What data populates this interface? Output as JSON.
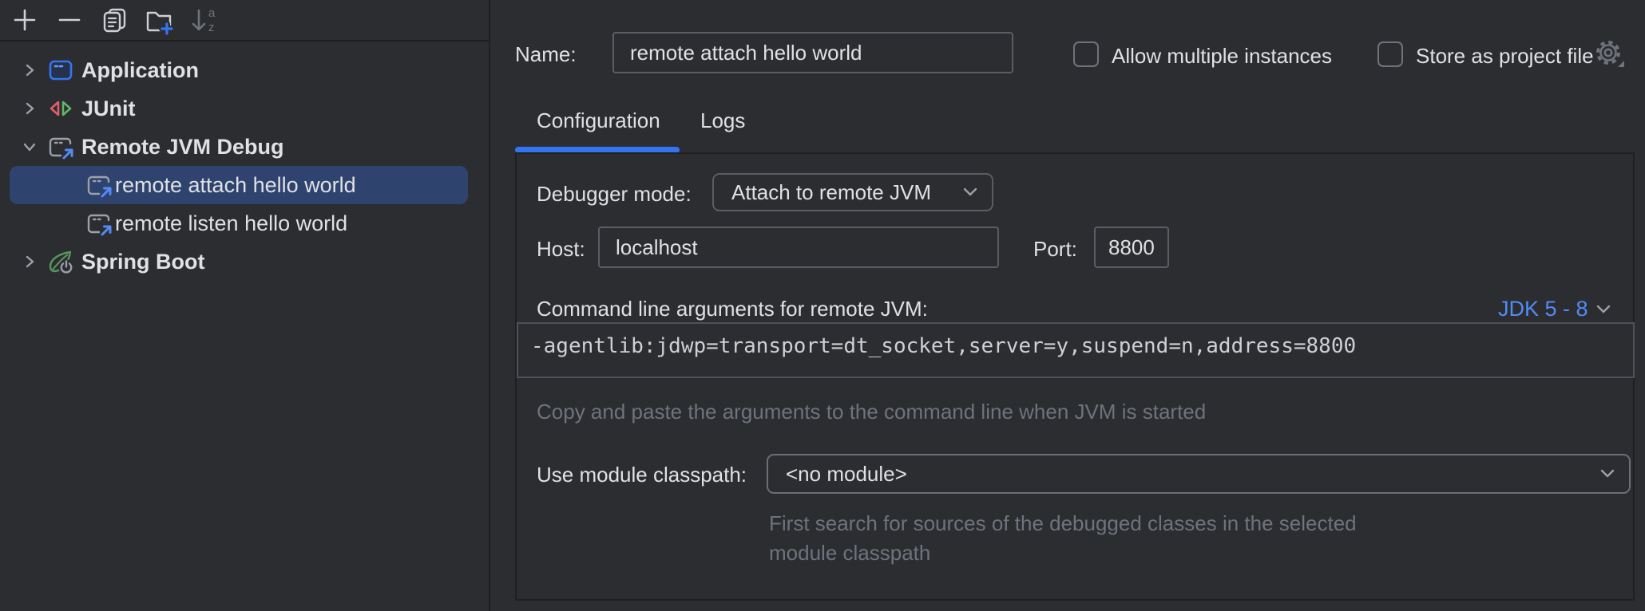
{
  "sidebar": {
    "toolbar_icons": [
      "add",
      "remove",
      "copy-configuration",
      "new-folder",
      "sort-alphabetically"
    ],
    "sort_letters": {
      "a": "a",
      "z": "z"
    },
    "tree": [
      {
        "label": "Application",
        "type": "group",
        "icon": "application-icon",
        "expanded": false,
        "selected": false
      },
      {
        "label": "JUnit",
        "type": "group",
        "icon": "junit-icon",
        "expanded": false,
        "selected": false
      },
      {
        "label": "Remote JVM Debug",
        "type": "group",
        "icon": "remote-debug-icon",
        "expanded": true,
        "selected": false
      },
      {
        "label": "remote attach hello world",
        "type": "child",
        "icon": "remote-debug-icon",
        "selected": true
      },
      {
        "label": "remote listen hello world",
        "type": "child",
        "icon": "remote-debug-icon",
        "selected": false
      },
      {
        "label": "Spring Boot",
        "type": "group",
        "icon": "spring-boot-icon",
        "expanded": false,
        "selected": false
      }
    ]
  },
  "header": {
    "name_label": "Name:",
    "name_value": "remote attach hello world",
    "checkboxes": [
      {
        "label": "Allow multiple instances",
        "checked": false
      },
      {
        "label": "Store as project file",
        "checked": false
      }
    ]
  },
  "tabs": [
    {
      "label": "Configuration",
      "active": true
    },
    {
      "label": "Logs",
      "active": false
    }
  ],
  "form": {
    "debugger_mode": {
      "label": "Debugger mode:",
      "value": "Attach to remote JVM"
    },
    "host": {
      "label": "Host:",
      "value": "localhost"
    },
    "port": {
      "label": "Port:",
      "value": "8800"
    },
    "command_line": {
      "label": "Command line arguments for remote JVM:",
      "jdk_selector": "JDK 5 - 8",
      "value": "-agentlib:jdwp=transport=dt_socket,server=y,suspend=n,address=8800",
      "hint": "Copy and paste the arguments to the command line when JVM is started"
    },
    "module_classpath": {
      "label": "Use module classpath:",
      "value": "<no module>",
      "hint": "First search for sources of the debugged classes in the selected module classpath"
    }
  },
  "colors": {
    "background": "#2b2d30",
    "divider": "#1e1f22",
    "selection": "#2e436e",
    "accent_blue": "#3574f0",
    "link_blue": "#548af7",
    "text": "#dfe1e5",
    "muted_text": "#6e737d",
    "input_border": "#5a5d63"
  }
}
